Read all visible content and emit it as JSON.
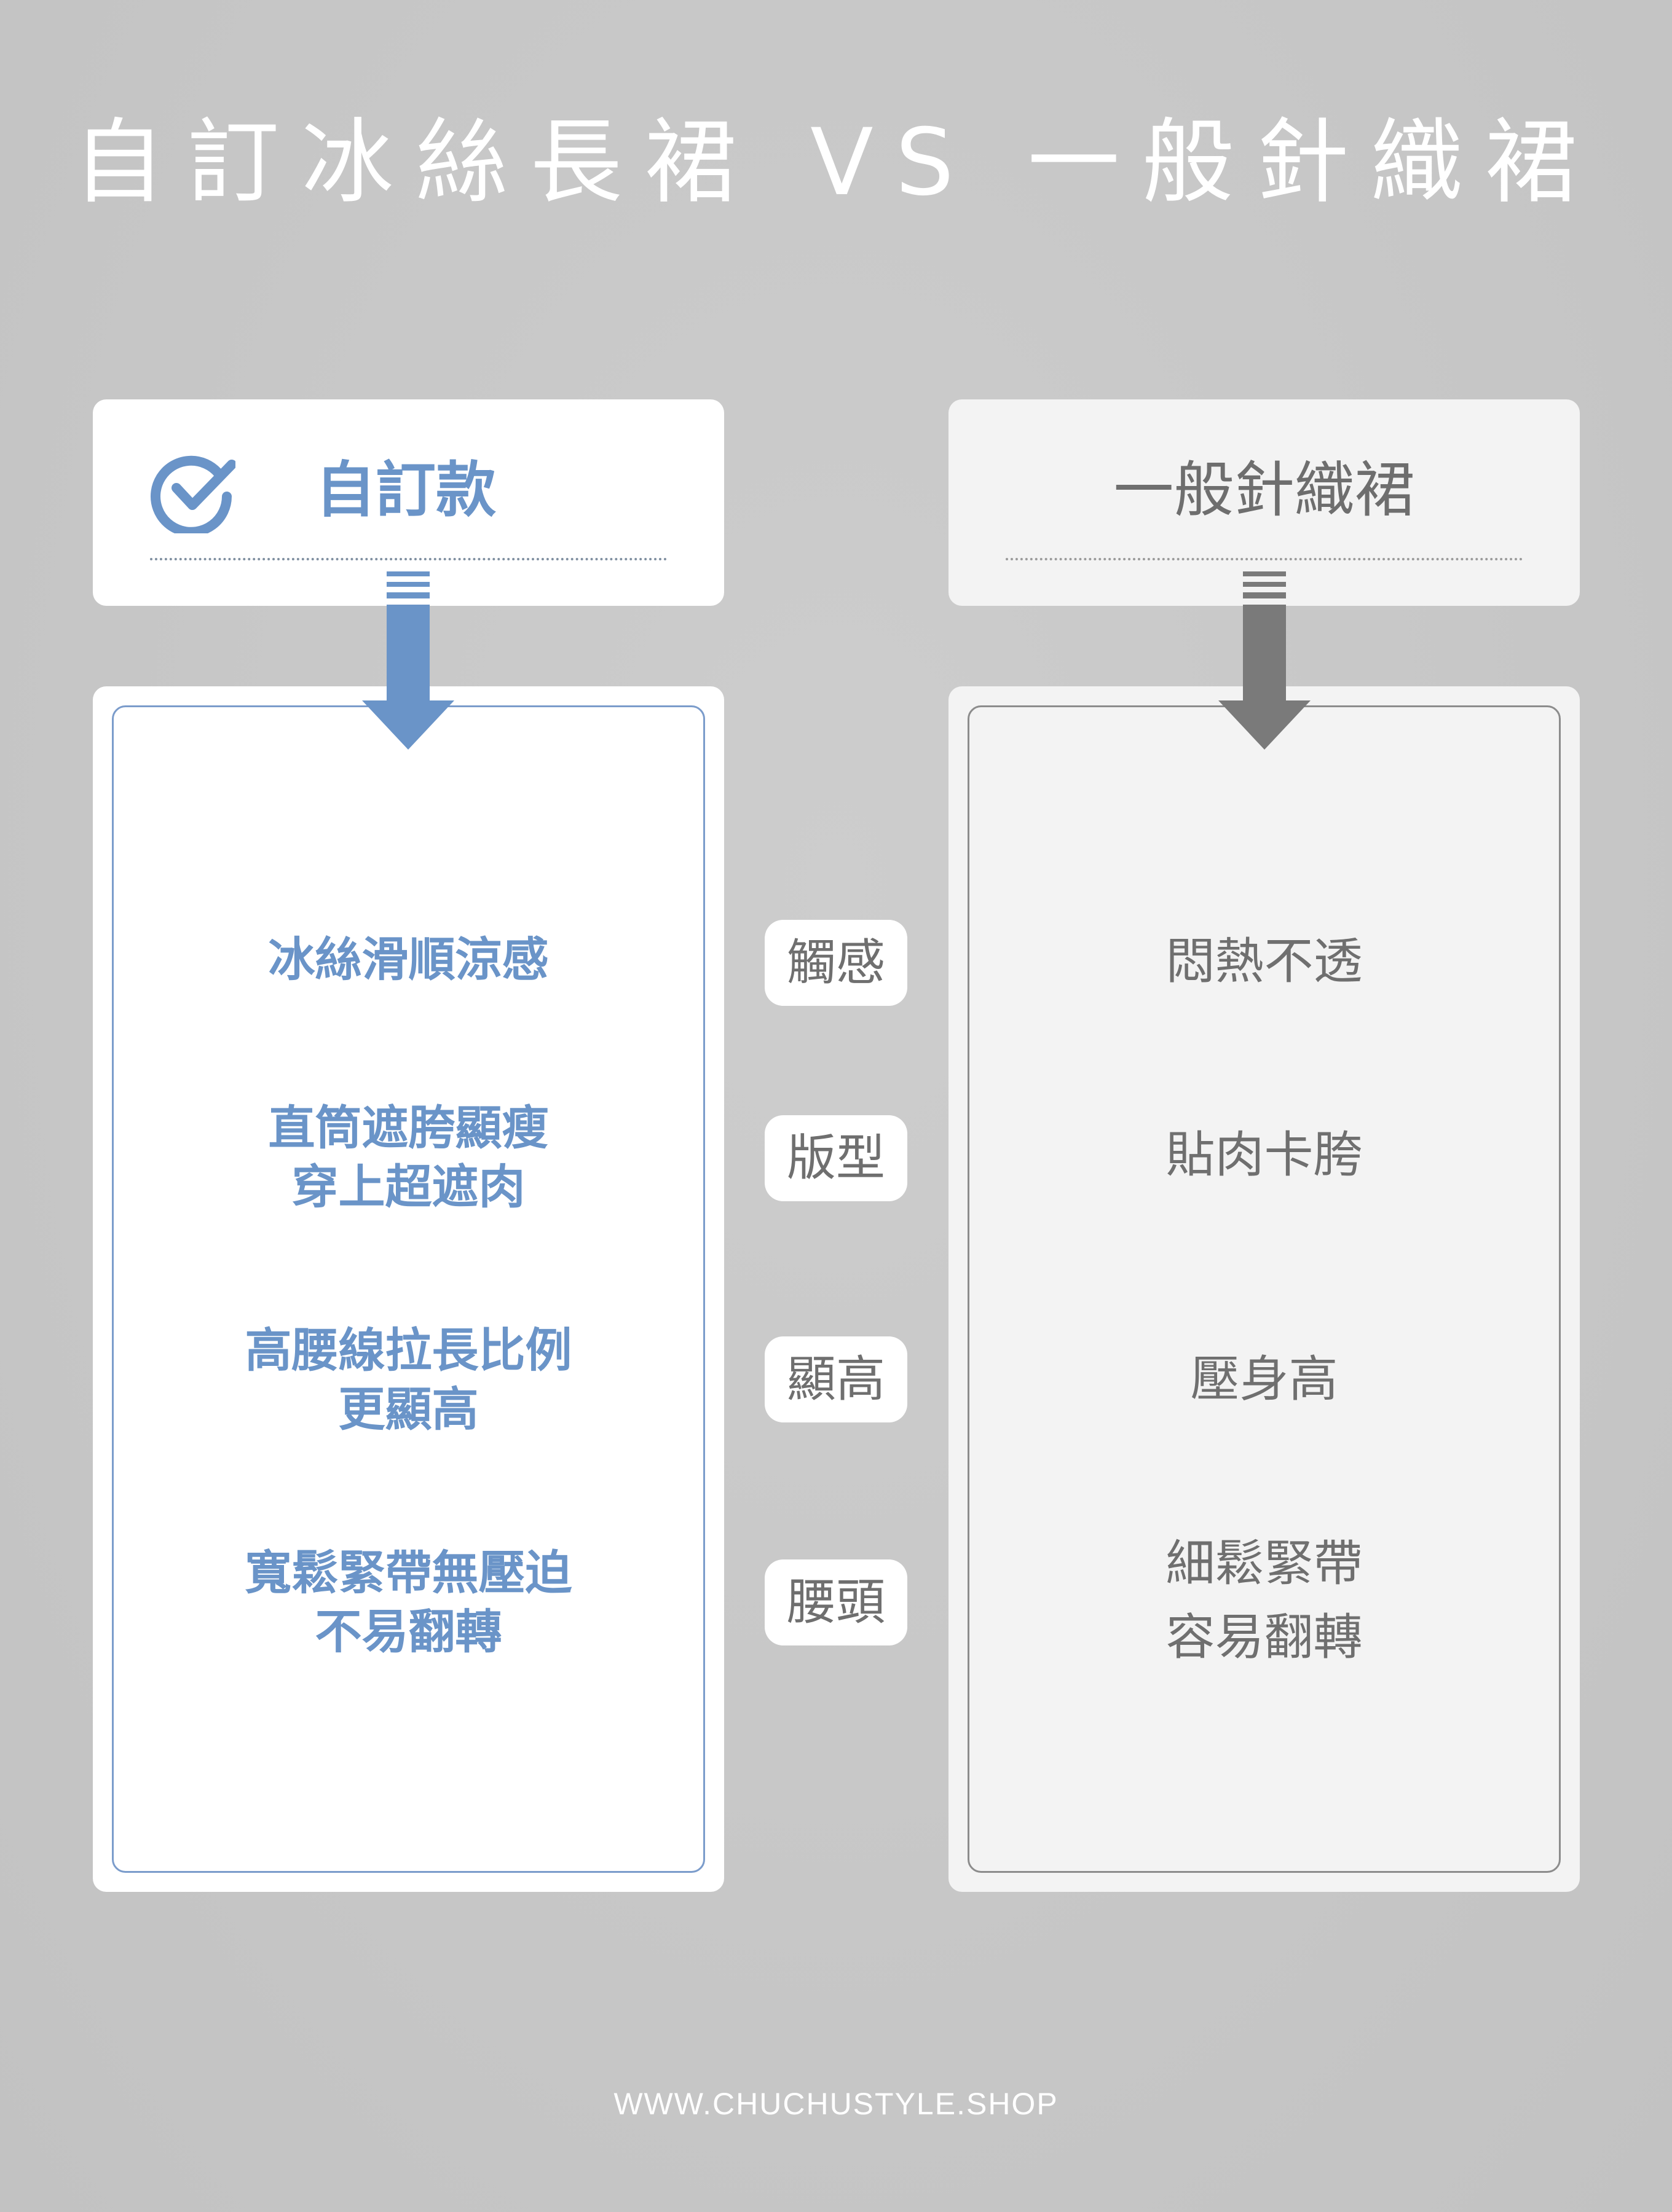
{
  "title": "自訂冰絲長裙 VS 一般針織裙",
  "left_header": {
    "label": "自訂款",
    "icon": "check-circle-icon"
  },
  "right_header": {
    "label": "一般針織裙"
  },
  "criteria": [
    "觸感",
    "版型",
    "顯高",
    "腰頭"
  ],
  "left_items": [
    [
      "冰絲滑順涼感"
    ],
    [
      "直筒遮胯顯瘦",
      "穿上超遮肉"
    ],
    [
      "高腰線拉長比例",
      "更顯高"
    ],
    [
      "寬鬆緊帶無壓迫",
      "不易翻轉"
    ]
  ],
  "right_items": [
    [
      "悶熱不透"
    ],
    [
      "貼肉卡胯"
    ],
    [
      "壓身高"
    ],
    [
      "細鬆緊帶",
      "容易翻轉"
    ]
  ],
  "footer": "WWW.CHUCHUSTYLE.SHOP",
  "colors": {
    "accent_blue": "#6a94c8",
    "text_gray": "#6f6f6f",
    "arrow_gray": "#7a7a7a",
    "background": "#c6c6c6"
  }
}
